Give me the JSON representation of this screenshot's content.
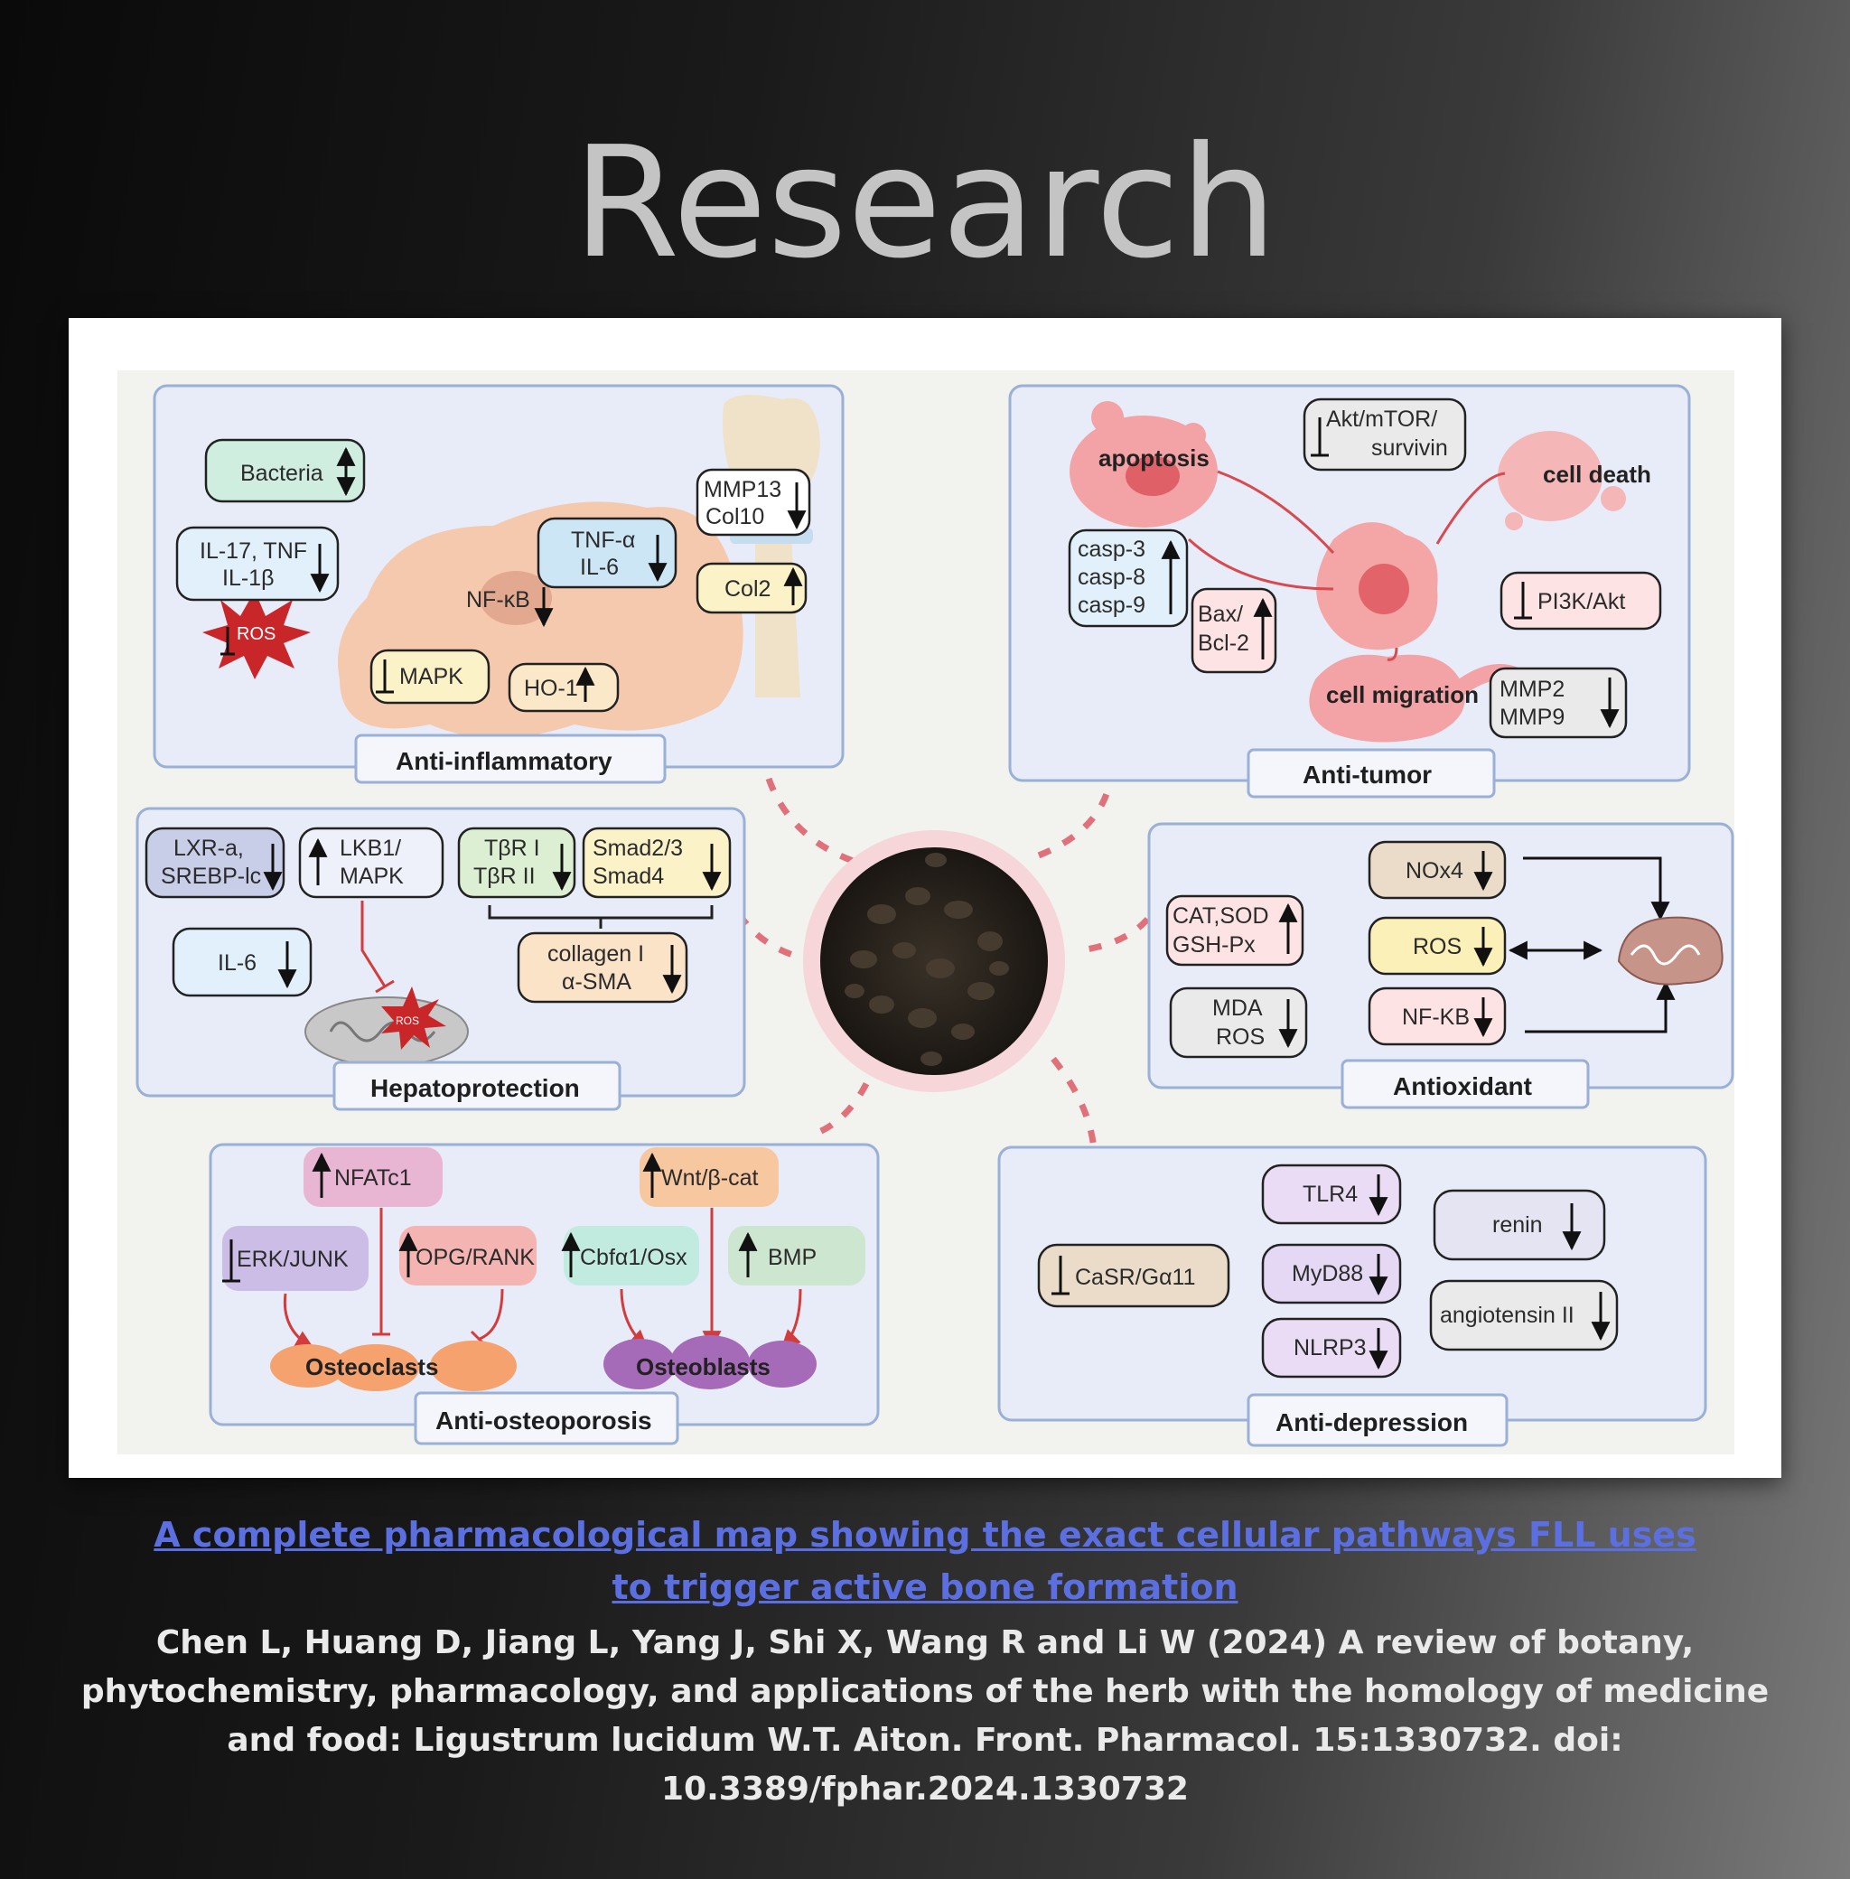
{
  "header": {
    "title": "Research"
  },
  "figure": {
    "panels": {
      "anti_inflammatory": "Anti-inflammatory",
      "anti_tumor": "Anti-tumor",
      "hepatoprotection": "Hepatoprotection",
      "antioxidant": "Antioxidant",
      "anti_osteoporosis": "Anti-osteoporosis",
      "anti_depression": "Anti-depression"
    },
    "inflam": {
      "bacteria": "Bacteria",
      "il17_1": "IL-17, TNF",
      "il17_2": "IL-1β",
      "ros": "ROS",
      "nfkb": "NF-κB",
      "tnf_1": "TNF-α",
      "tnf_2": "IL-6",
      "mapk": "MAPK",
      "ho1": "HO-1",
      "mmp_1": "MMP13",
      "mmp_2": "Col10",
      "col2": "Col2"
    },
    "tumor": {
      "apoptosis": "apoptosis",
      "akt_1": "Akt/mTOR/",
      "akt_2": "survivin",
      "cell_death": "cell death",
      "casp_1": "casp-3",
      "casp_2": "casp-8",
      "casp_3": "casp-9",
      "bax_1": "Bax/",
      "bax_2": "Bcl-2",
      "pi3k": "PI3K/Akt",
      "migration": "cell migration",
      "mmp_1": "MMP2",
      "mmp_2": "MMP9"
    },
    "hepato": {
      "lxr_1": "LXR-a,",
      "lxr_2": "SREBP-lc",
      "lkb_1": "LKB1/",
      "lkb_2": "MAPK",
      "tbr_1": "TβR I",
      "tbr_2": "TβR II",
      "smad_1": "Smad2/3",
      "smad_2": "Smad4",
      "il6": "IL-6",
      "col_1": "collagen I",
      "col_2": "α-SMA",
      "ros": "ROS"
    },
    "antiox": {
      "cat_1": "CAT,SOD",
      "cat_2": "GSH-Px",
      "mda_1": "MDA",
      "mda_2": "ROS",
      "nox4": "NOx4",
      "ros": "ROS",
      "nfkb": "NF-KB"
    },
    "osteo": {
      "nfatc1": "NFATc1",
      "erk": "ERK/JUNK",
      "opg": "OPG/RANK",
      "wnt": "Wnt/β-cat",
      "cbf": "Cbfα1/Osx",
      "bmp": "BMP",
      "osteoclasts": "Osteoclasts",
      "osteoblasts": "Osteoblasts"
    },
    "depress": {
      "casr": "CaSR/Gα11",
      "tlr4": "TLR4",
      "myd88": "MyD88",
      "nlrp3": "NLRP3",
      "renin": "renin",
      "angiotensin": "angiotensin II"
    }
  },
  "caption": {
    "link": "A complete pharmacological map showing the exact cellular pathways FLL uses to trigger active bone formation",
    "citation": "Chen L, Huang D, Jiang L, Yang J, Shi X, Wang R and Li W (2024) A review of botany, phytochemistry, pharmacology, and applications of the herb with the homology of medicine and food: Ligustrum lucidum W.T. Aiton. Front. Pharmacol. 15:1330732. doi: 10.3389/fphar.2024.1330732"
  },
  "colors": {
    "panel_fill": "#e8ecf8",
    "panel_stroke": "#9ab0d6",
    "dash": "#e0707a",
    "caption_link": "#5b6fe0"
  }
}
